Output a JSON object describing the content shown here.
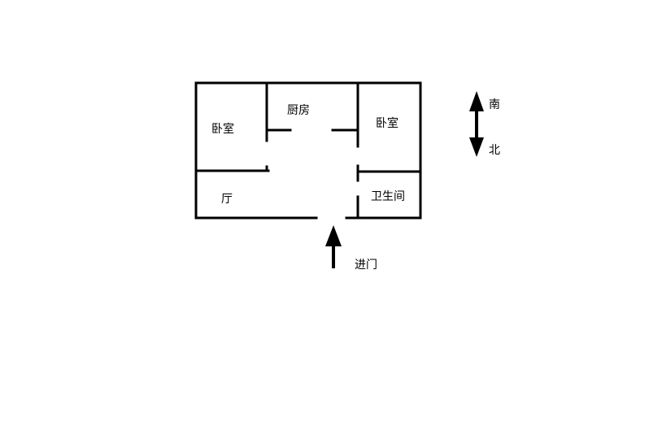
{
  "rooms": {
    "bedroom_left": "卧室",
    "kitchen": "厨房",
    "bedroom_right": "卧室",
    "living_room": "厅",
    "bathroom": "卫生间"
  },
  "entrance": {
    "label": "进门",
    "icon": "up-arrow-icon"
  },
  "compass": {
    "south": "南",
    "north": "北",
    "icon": "double-arrow-icon"
  },
  "colors": {
    "wall": "#000000",
    "background": "#ffffff"
  }
}
